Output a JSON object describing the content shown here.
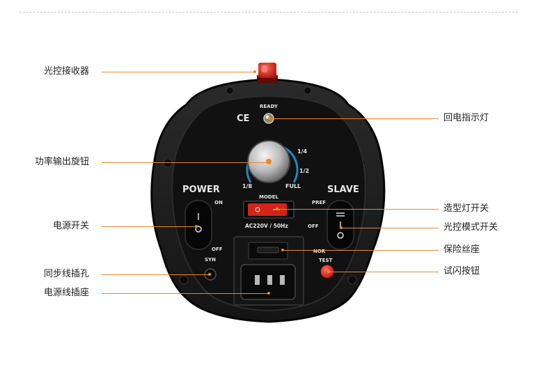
{
  "callouts_left": [
    {
      "id": "light-sensor",
      "label": "光控接收器"
    },
    {
      "id": "power-knob",
      "label": "功率输出旋钮"
    },
    {
      "id": "power-switch",
      "label": "电源开关"
    },
    {
      "id": "sync-jack",
      "label": "同步线插孔"
    },
    {
      "id": "power-socket",
      "label": "电源线插座"
    }
  ],
  "callouts_right": [
    {
      "id": "ready-lamp",
      "label": "回电指示灯"
    },
    {
      "id": "model-lamp-switch",
      "label": "造型灯开关"
    },
    {
      "id": "slave-switch",
      "label": "光控模式开关"
    },
    {
      "id": "fuse-holder",
      "label": "保险丝座"
    },
    {
      "id": "test-button",
      "label": "试闪按钮"
    }
  ],
  "panel": {
    "ce_mark": "CE",
    "ready": "READY",
    "power_title": "POWER",
    "power_on": "ON",
    "power_off": "OFF",
    "slave_title": "SLAVE",
    "slave_pref": "PREF",
    "slave_off": "OFF",
    "knob_1_4": "1/4",
    "knob_1_2": "1/2",
    "knob_1_8": "1/8",
    "knob_full": "FULL",
    "model": "MODEL",
    "voltage": "AC220V / 50Hz",
    "nor": "NOR",
    "test": "TEST",
    "syn": "SYN"
  },
  "colors": {
    "accent_line": "#e68a2e",
    "housing": "#1b1b1b",
    "panel": "#111111",
    "red_button": "#d4221b"
  }
}
